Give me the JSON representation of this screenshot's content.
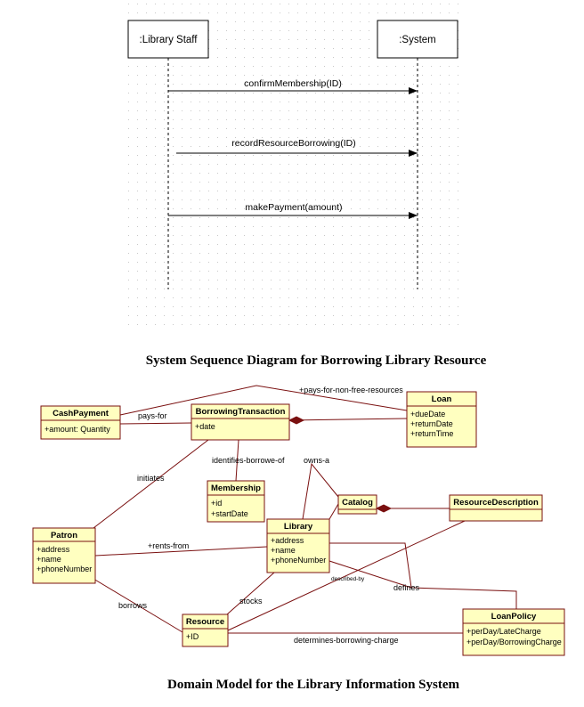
{
  "sequence": {
    "participants": [
      ":Library Staff",
      ":System"
    ],
    "messages": [
      "confirmMembership(ID)",
      "recordResourceBorrowing(ID)",
      "makePayment(amount)"
    ],
    "caption": "System Sequence Diagram for Borrowing Library Resource"
  },
  "domain_model": {
    "classes": {
      "cashpayment": {
        "name": "CashPayment",
        "attrs": [
          "+amount: Quantity"
        ]
      },
      "borrowing": {
        "name": "BorrowingTransaction",
        "attrs": [
          "+date"
        ]
      },
      "loan": {
        "name": "Loan",
        "attrs": [
          "+dueDate",
          "+returnDate",
          "+returnTime"
        ]
      },
      "membership": {
        "name": "Membership",
        "attrs": [
          "+id",
          "+startDate"
        ]
      },
      "catalog": {
        "name": "Catalog",
        "attrs": []
      },
      "resdesc": {
        "name": "ResourceDescription",
        "attrs": []
      },
      "patron": {
        "name": "Patron",
        "attrs": [
          "+address",
          "+name",
          "+phoneNumber"
        ]
      },
      "library": {
        "name": "Library",
        "attrs": [
          "+address",
          "+name",
          "+phoneNumber"
        ]
      },
      "resource": {
        "name": "Resource",
        "attrs": [
          "+ID"
        ]
      },
      "loanpolicy": {
        "name": "LoanPolicy",
        "attrs": [
          "+perDay/LateCharge",
          "+perDay/BorrowingCharge"
        ]
      }
    },
    "associations": {
      "pays_for": "pays-for",
      "pays_for_nonfree": "+pays-for-non-free-resources",
      "initiates": "initiates",
      "identifies": "identifies-borrowe-of",
      "owns": "owns-a",
      "rents_from": "+rents-from",
      "described_by": "described-by",
      "defines": "defines",
      "borrows": "borrows",
      "stocks": "stocks",
      "determines": "determines-borrowing-charge"
    },
    "caption": "Domain Model for the Library Information System"
  },
  "colors": {
    "class_fill": "#ffffc0",
    "class_border": "#7a1010"
  }
}
